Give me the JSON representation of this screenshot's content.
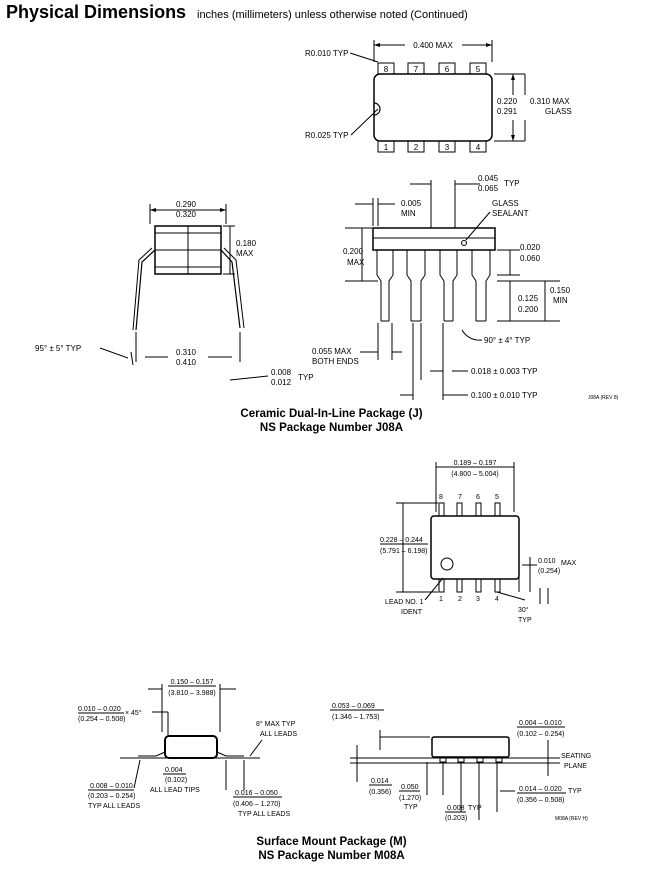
{
  "header": {
    "title": "Physical Dimensions",
    "subtitle": "inches (millimeters) unless otherwise noted (Continued)"
  },
  "j08a": {
    "top_view": {
      "width_label": "0.400 MAX",
      "r_top": "R0.010 TYP",
      "r_bottom": "R0.025 TYP",
      "dim_a1": "0.220",
      "dim_a2": "0.291",
      "dim_b1": "0.310 MAX",
      "dim_b2": "GLASS",
      "pins_top": [
        "8",
        "7",
        "6",
        "5"
      ],
      "pins_bottom": [
        "1",
        "2",
        "3",
        "4"
      ]
    },
    "end_view": {
      "w1": "0.290",
      "w2": "0.320",
      "h1": "0.180",
      "h2": "MAX",
      "angle": "95° ± 5° TYP",
      "span1": "0.310",
      "span2": "0.410",
      "lead1": "0.008",
      "lead2": "0.012",
      "lead_typ": "TYP"
    },
    "side_view": {
      "d1a": "0.045",
      "d1b": "0.065",
      "d1typ": "TYP",
      "d2a": "0.005",
      "d2b": "MIN",
      "glass1": "GLASS",
      "glass2": "SEALANT",
      "h1": "0.200",
      "h2": "MAX",
      "s1": "0.020",
      "s2": "0.060",
      "t1": "0.150",
      "t2": "MIN",
      "u1": "0.125",
      "u2": "0.200",
      "angle": "90° ± 4° TYP",
      "m1": "0.055 MAX",
      "m2": "BOTH ENDS",
      "lead": "0.018 ± 0.003 TYP",
      "pitch": "0.100 ± 0.010 TYP",
      "rev": "J08A (REV 8)"
    },
    "caption_line1": "Ceramic Dual-In-Line Package (J)",
    "caption_line2": "NS Package Number J08A"
  },
  "m08a": {
    "top": {
      "w1": "0.189 – 0.197",
      "w2": "(4.800 – 5.004)",
      "h1": "0.228 – 0.244",
      "h2": "(5.791 – 6.198)",
      "m1": "0.010",
      "m1b": "MAX",
      "m2": "(0.254)",
      "lead_no": "LEAD NO. 1",
      "ident": "IDENT",
      "angle1": "30°",
      "angle2": "TYP",
      "pins_top": [
        "8",
        "7",
        "6",
        "5"
      ],
      "pins_bottom": [
        "1",
        "2",
        "3",
        "4"
      ]
    },
    "end": {
      "w1": "0.150 – 0.157",
      "w2": "(3.810 – 3.988)",
      "c1": "0.010 – 0.020",
      "c1b": "× 45°",
      "c2": "(0.254 – 0.508)",
      "ang1": "8° MAX TYP",
      "ang2": "ALL LEADS",
      "t1": "0.004",
      "t2": "(0.102)",
      "t3": "ALL LEAD TIPS",
      "l1": "0.008 – 0.010",
      "l2": "(0.203 – 0.254)",
      "l3": "TYP ALL LEADS",
      "f1": "0.016 – 0.050",
      "f2": "(0.406 – 1.270)",
      "f3": "TYP ALL LEADS"
    },
    "side": {
      "h1": "0.053 – 0.069",
      "h2": "(1.346 – 1.753)",
      "s1": "0.004 – 0.010",
      "s2": "(0.102 – 0.254)",
      "seat1": "SEATING",
      "seat2": "PLANE",
      "a1": "0.014",
      "a2": "(0.356)",
      "b1": "0.050",
      "b2": "(1.270)",
      "b3": "TYP",
      "c1": "0.014 – 0.020",
      "c1b": "TYP",
      "c2": "(0.356 – 0.508)",
      "d1": "0.008",
      "d1b": "TYP",
      "d2": "(0.203)",
      "rev": "M08A (REV H)"
    },
    "caption_line1": "Surface Mount Package (M)",
    "caption_line2": "NS Package Number M08A"
  }
}
